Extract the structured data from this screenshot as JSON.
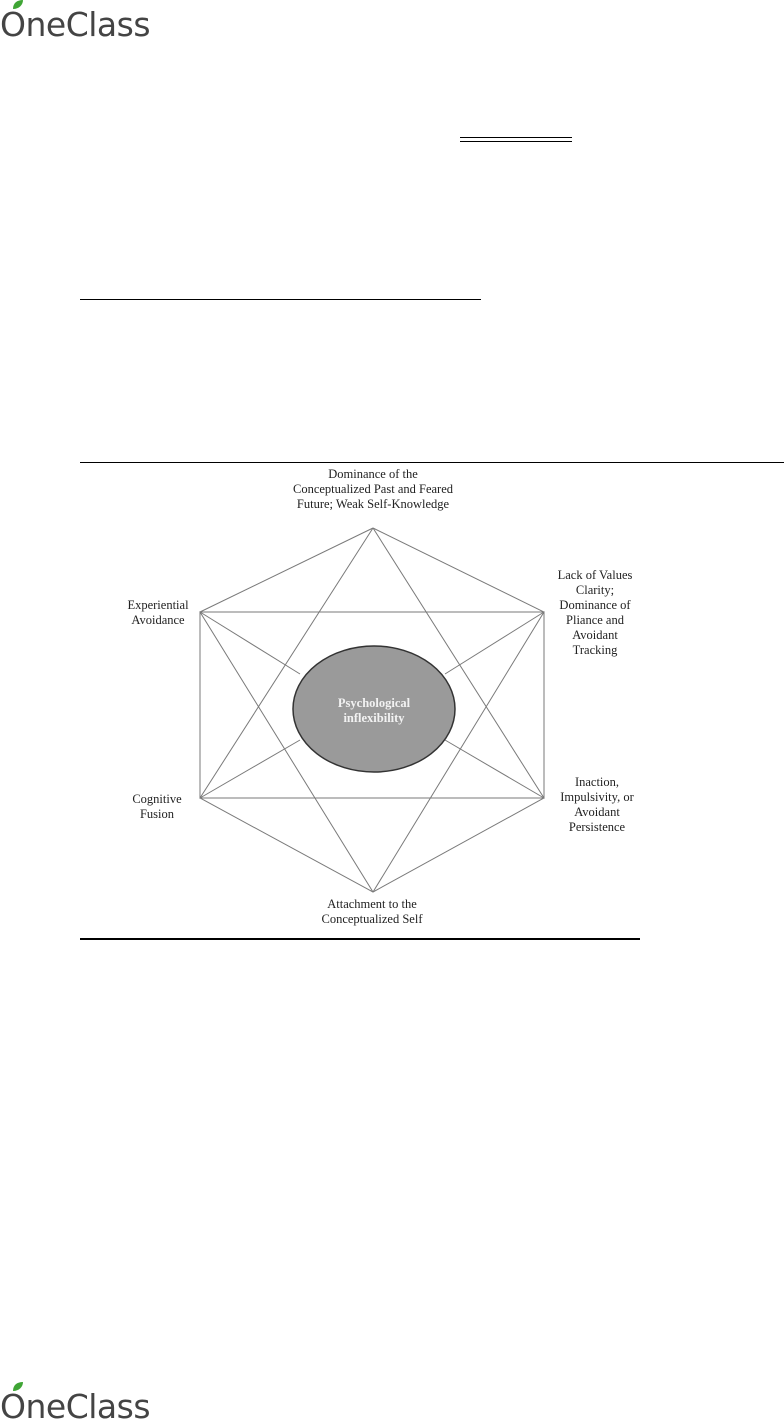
{
  "header": {
    "brand": "OneClass"
  },
  "footer": {
    "brand": "OneClass"
  },
  "figure": {
    "center_label": [
      "Psychological",
      "inflexibility"
    ],
    "labels": {
      "top": [
        "Dominance of the",
        "Conceptualized Past and Feared",
        "Future; Weak Self-Knowledge"
      ],
      "upper_right": [
        "Lack of Values",
        "Clarity;",
        "Dominance of",
        "Pliance and",
        "Avoidant",
        "Tracking"
      ],
      "upper_left": [
        "Experiential",
        "Avoidance"
      ],
      "lower_left": [
        "Cognitive",
        "Fusion"
      ],
      "lower_right": [
        "Inaction,",
        "Impulsivity, or",
        "Avoidant",
        "Persistence"
      ],
      "bottom": [
        "Attachment to the",
        "Conceptualized Self"
      ]
    }
  },
  "colors": {
    "logo_text": "#444444",
    "logo_leaf": "#3fa535",
    "line": "#7a7a7a",
    "ellipse_fill": "#9a9a9a",
    "ellipse_stroke": "#333333",
    "center_text": "#f2f2f2"
  }
}
